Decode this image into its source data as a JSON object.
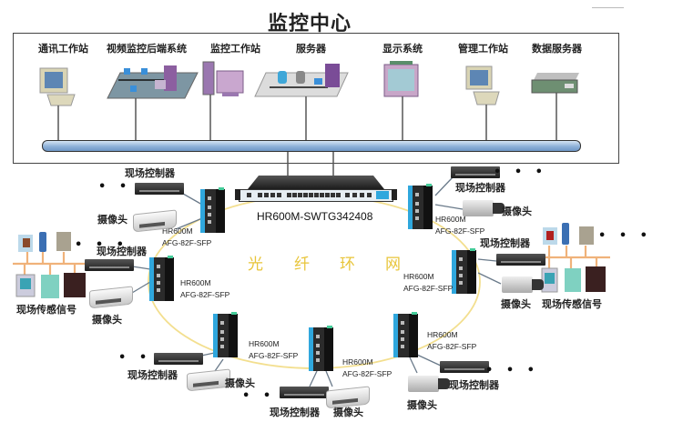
{
  "title": "监控中心",
  "monitoring_center": {
    "stations": [
      {
        "label": "通讯工作站",
        "icon": "workstation-icon"
      },
      {
        "label": "视频监控后端系统",
        "icon": "video-backend-icon"
      },
      {
        "label": "监控工作站",
        "icon": "monitor-workstation-icon"
      },
      {
        "label": "服务器",
        "icon": "server-group-icon"
      },
      {
        "label": "显示系统",
        "icon": "display-icon"
      },
      {
        "label": "管理工作站",
        "icon": "workstation-icon"
      },
      {
        "label": "数据服务器",
        "icon": "data-server-icon"
      }
    ]
  },
  "core_switch": {
    "model": "HR600M-SWTG342408",
    "icon": "core-switch-icon"
  },
  "ring": {
    "label_chars": [
      "光",
      "纤",
      "环",
      "网"
    ],
    "color": "#e8c53a"
  },
  "node_model": {
    "line1": "HR600M",
    "line2": "AFG-82F-SFP"
  },
  "field_labels": {
    "controller": "现场控制器",
    "camera": "摄像头",
    "sensor": "现场传感信号",
    "ellipsis": "• • •"
  },
  "colors": {
    "bus_fill": "#8eb1d8",
    "switch_accent": "#2fa7dd",
    "sensor_bus": "#f0b27a"
  }
}
